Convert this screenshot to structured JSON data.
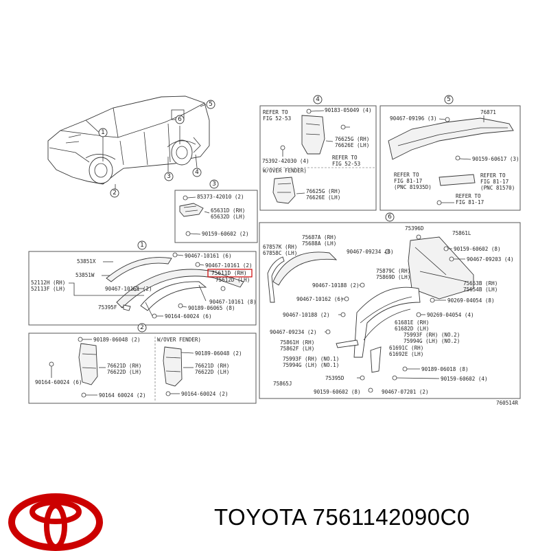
{
  "brand": {
    "caption": "TOYOTA 7561142090C0",
    "logo_icon": "toyota-logo-icon",
    "logo_color": "#cc0000"
  },
  "diagram": {
    "figure_code": "760514R",
    "callouts": [
      "1",
      "2",
      "3",
      "4",
      "5",
      "6"
    ],
    "box3": {
      "labels": [
        "85373-42010 (2)",
        "65631D (RH)",
        "65632D (LH)",
        "90159-60602 (2)"
      ]
    },
    "box4": {
      "labels": [
        "REFER TO",
        "FIG 52-53",
        "90183-05049 (4)",
        "76625G (RH)",
        "76626E (LH)",
        "75392-42030 (4)",
        "REFER TO",
        "FIG 52-53",
        "W/OVER FENDER)",
        "76625G (RH)",
        "76626E (LH)"
      ]
    },
    "box5": {
      "labels": [
        "76871",
        "90467-09196 (3)",
        "90159-60617 (3)",
        "REFER TO",
        "FIG 81-17",
        "(PNC 81935D)",
        "REFER TO",
        "FIG 81-17",
        "(PNC 81570)",
        "REFER TO",
        "FIG 81-17"
      ]
    },
    "box1": {
      "labels": [
        "53851X",
        "53851W",
        "52112H (RH)",
        "52113F (LH)",
        "90467-10161 (6)",
        "90467-10161 (2)",
        "75611D (RH)",
        "75612D (LH)",
        "90467-10161 (2)",
        "90467-10161 (8)",
        "90189-06065 (8)",
        "75395F",
        "90164-60024 (6)"
      ]
    },
    "box2": {
      "labels": [
        "90189-06048 (2)",
        "W/OVER FENDER)",
        "90189-06048 (2)",
        "76621D (RH)",
        "76622D (LH)",
        "76621D (RH)",
        "76622D (LH)",
        "90164-60024 (6)",
        "90164 60024 (2)",
        "90164-60024 (2)"
      ]
    },
    "box6": {
      "labels": [
        "75396D",
        "75861L",
        "75687A (RH)",
        "75688A (LH)",
        "67857K (RH)",
        "67858C (LH)",
        "90467-09234 (6)",
        "90159-60602 (8)",
        "90467-09203 (4)",
        "75879C (RH)",
        "75869D (LH)",
        "90467-10188 (2)",
        "90467-10162 (6)",
        "75653B (RH)",
        "75654B (LH)",
        "90269-04054 (8)",
        "90467-10188 (2)",
        "90269-04054 (4)",
        "61681E (RH)",
        "61682D (LH)",
        "90467-09234 (2)",
        "75861H (RH)",
        "75862F (LH)",
        "75993F (RH) (NO.2)",
        "75994G (LH) (NO.2)",
        "75993F (RH) (NO.1)",
        "75994G (LH) (NO.1)",
        "61691C (RH)",
        "61692E (LH)",
        "75395D",
        "90189-06018 (8)",
        "75865J",
        "90159-60602 (8)",
        "90159-60602 (4)",
        "90467-07201 (2)"
      ]
    }
  }
}
